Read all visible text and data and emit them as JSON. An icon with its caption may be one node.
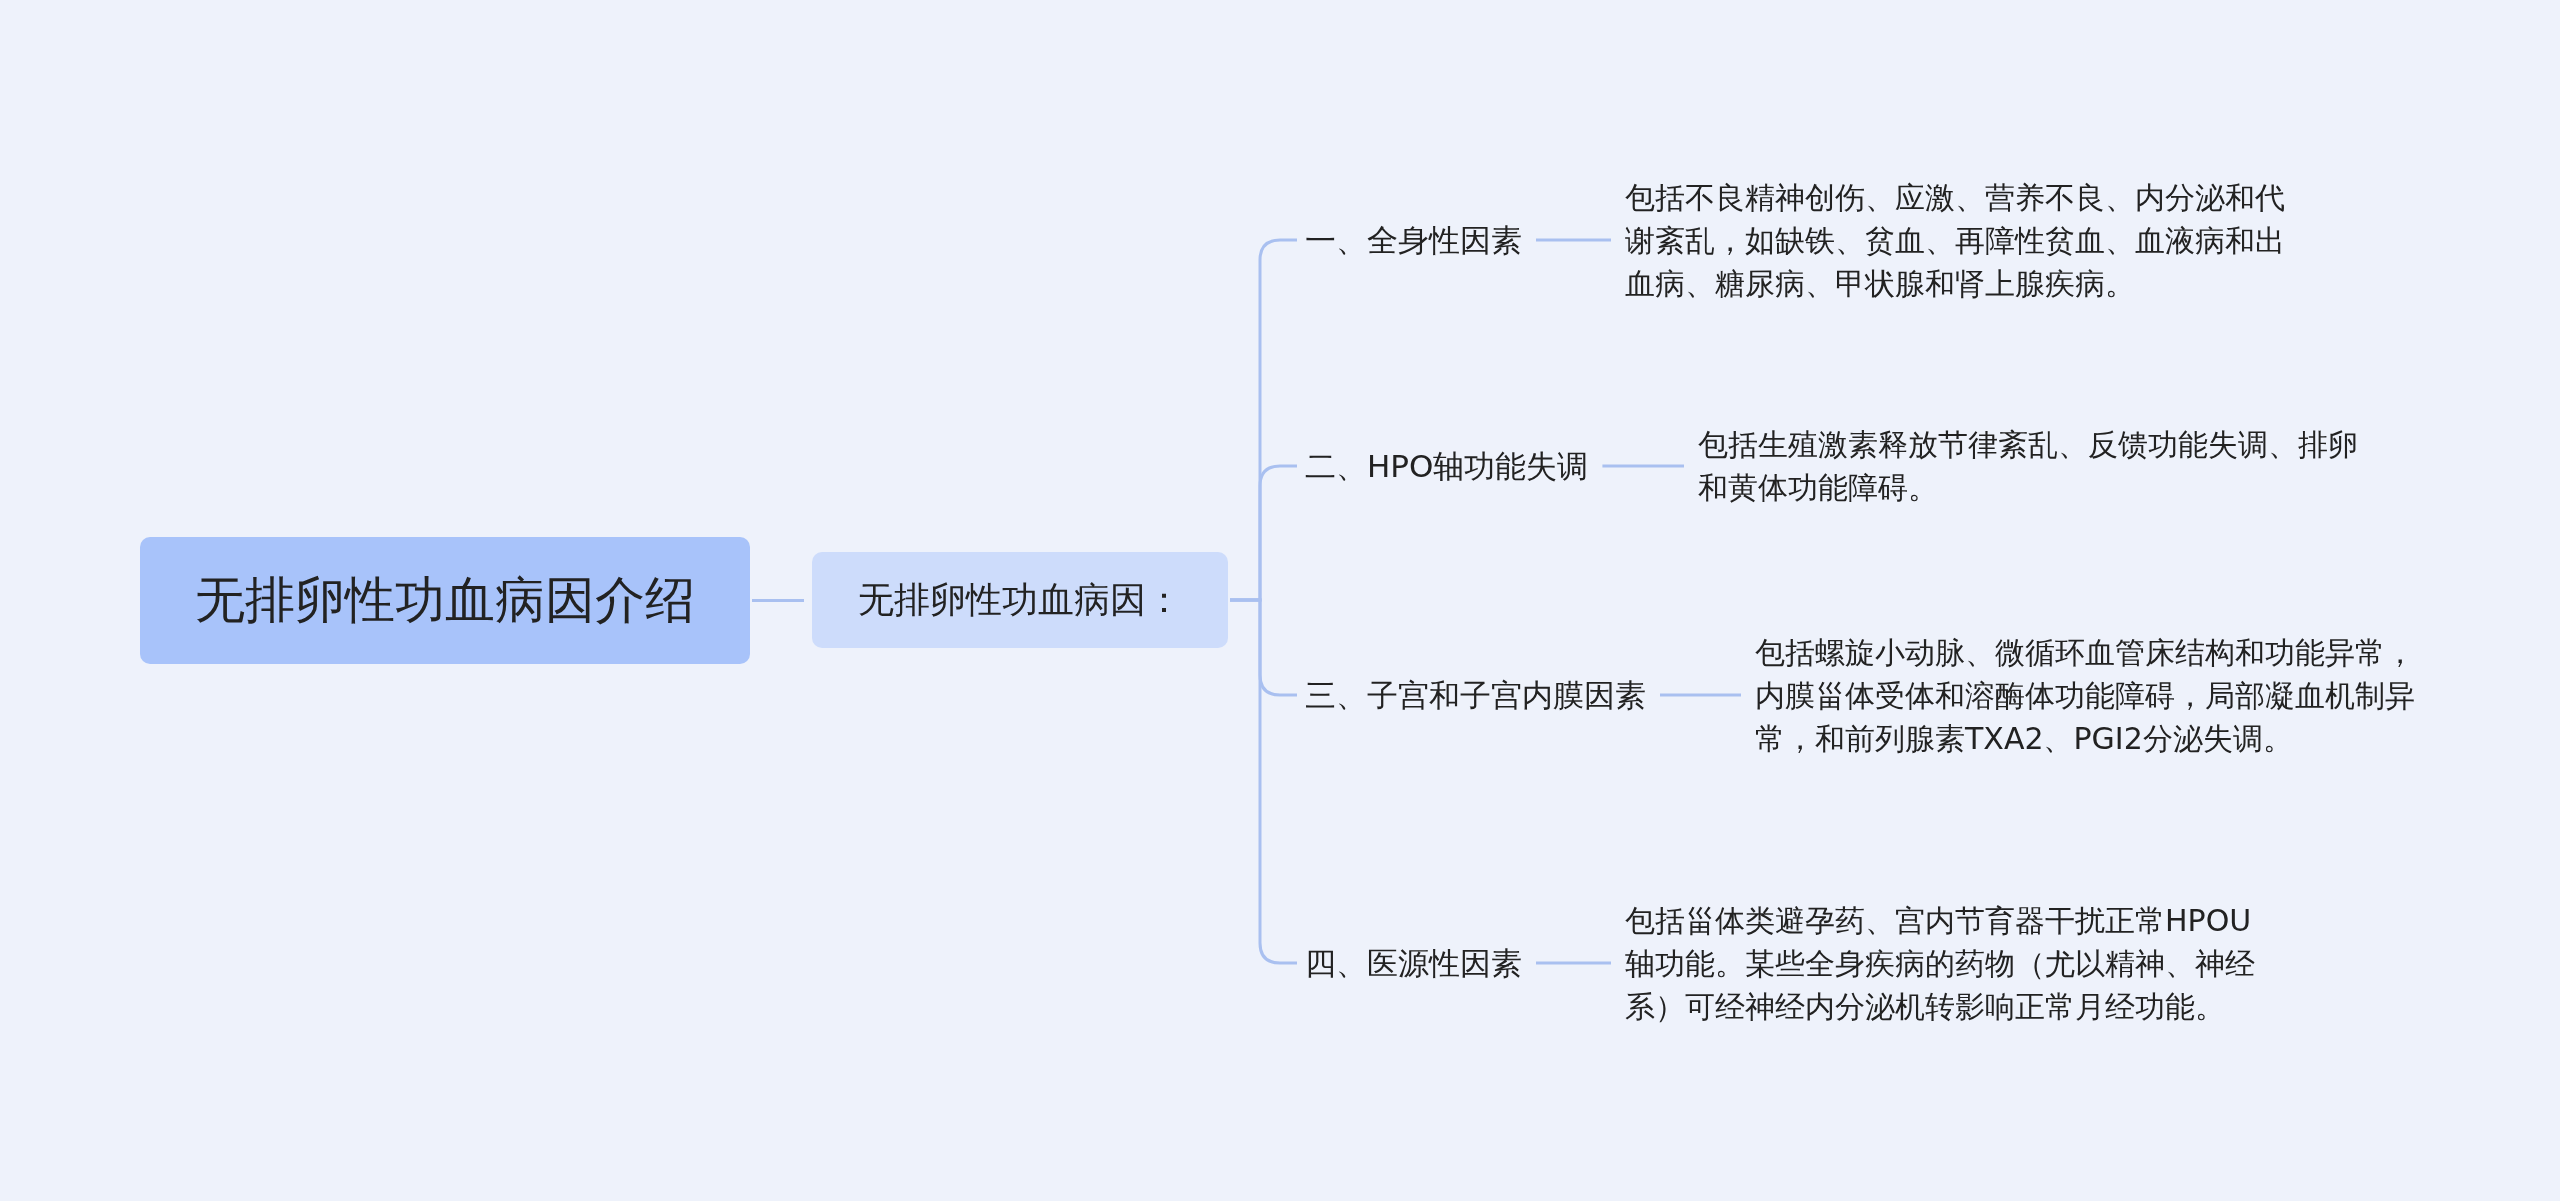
{
  "diagram": {
    "nodes": [
      {
        "text": [
          "无排卵性功血病因介绍"
        ]
      },
      {
        "text": [
          "无排卵性功血病因："
        ]
      },
      {
        "text": [
          "一、全身性因素"
        ]
      },
      {
        "text": [
          "二、HPO轴功能失调"
        ]
      },
      {
        "text": [
          "三、子宫和子宫内膜因素"
        ]
      },
      {
        "text": [
          "四、医源性因素"
        ]
      },
      {
        "text": [
          "包括不良精神创伤、应激、营养不良、内分泌和代谢紊乱，如缺铁、贫血、再障性贫血、血液病和出血病、糖尿病、甲状腺和肾上腺疾病。"
        ]
      },
      {
        "text": [
          "包括生殖激素释放节律紊乱、反馈功能失调、排卵和黄体功能障碍。"
        ]
      },
      {
        "text": [
          "包括螺旋小动脉、微循环血管床结构和功能异常，内膜甾体受体和溶酶体功能障碍，局部凝血机制异常，和前列腺素TXA2、PGI2分泌失调。"
        ]
      },
      {
        "text": [
          "包括甾体类避孕药、宫内节育器干扰正常HPOU轴功能。某些全身疾病的药物（尤以精神、神经系）可经神经内分泌机转影响正常月经功能。"
        ]
      }
    ],
    "edges": [
      {
        "from": 0,
        "to": 1,
        "arrow": "none"
      },
      {
        "from": 1,
        "to": 2,
        "arrow": "none"
      },
      {
        "from": 1,
        "to": 3,
        "arrow": "none"
      },
      {
        "from": 1,
        "to": 4,
        "arrow": "none"
      },
      {
        "from": 1,
        "to": 5,
        "arrow": "none"
      },
      {
        "from": 2,
        "to": 6,
        "arrow": "none"
      },
      {
        "from": 3,
        "to": 7,
        "arrow": "none"
      },
      {
        "from": 4,
        "to": 8,
        "arrow": "none"
      },
      {
        "from": 5,
        "to": 9,
        "arrow": "none"
      }
    ]
  }
}
